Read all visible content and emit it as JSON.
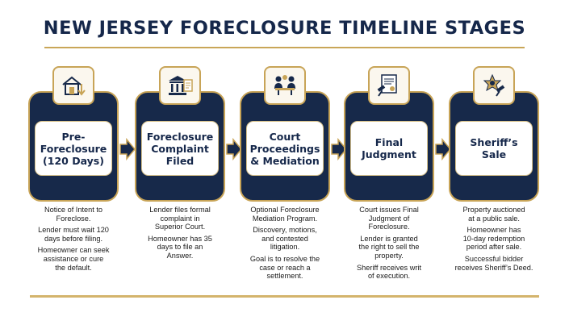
{
  "title": "NEW JERSEY FORECLOSURE TIMELINE STAGES",
  "colors": {
    "navy": "#17294a",
    "gold": "#c8a457",
    "text": "#1b1b1b"
  },
  "stages": [
    {
      "label": "Pre-\nForeclosure\n(120 Days)",
      "icon": "house-down-arrow-icon",
      "notes": [
        "Notice of Intent to\nForeclose.",
        "Lender must wait 120\ndays before filing.",
        "Homeowner can seek\nassistance or cure\nthe default."
      ]
    },
    {
      "label": "Foreclosure\nComplaint\nFiled",
      "icon": "courthouse-document-icon",
      "notes": [
        "Lender files formal\ncomplaint in\nSuperior Court.",
        "Homeowner has 35\ndays to file an\nAnswer."
      ]
    },
    {
      "label": "Court\nProceedings\n& Mediation",
      "icon": "meeting-table-icon",
      "notes": [
        "Optional Foreclosure\nMediation Program.",
        "Discovery, motions,\nand contested\nlitigation.",
        "Goal is to resolve the\ncase or reach a\nsettlement."
      ]
    },
    {
      "label": "Final\nJudgment",
      "icon": "gavel-certificate-icon",
      "notes": [
        "Court issues Final\nJudgment of\nForeclosure.",
        "Lender is granted\nthe right to sell the\nproperty.",
        "Sheriff receives writ\nof execution."
      ]
    },
    {
      "label": "Sheriff’s\nSale",
      "icon": "sheriff-badge-gavel-icon",
      "notes": [
        "Property auctioned\nat a public sale.",
        "Homeowner has\n10-day redemption\nperiod after sale.",
        "Successful bidder\nreceives Sheriff’s Deed."
      ]
    }
  ]
}
